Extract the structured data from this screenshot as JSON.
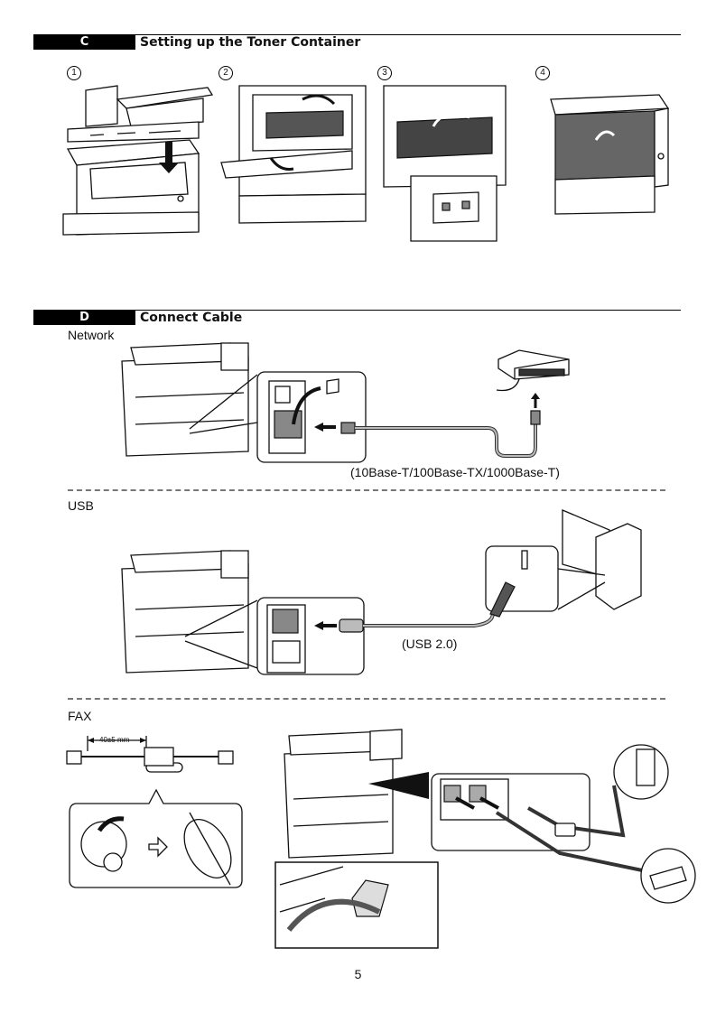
{
  "section_c": {
    "letter": "C",
    "title": "Setting up the Toner Container",
    "steps": [
      {
        "number": "1",
        "illustration": "printer-toner-insert"
      },
      {
        "number": "2",
        "illustration": "open-front-cover"
      },
      {
        "number": "3",
        "illustration": "install-toner-container"
      },
      {
        "number": "4",
        "illustration": "close-front-cover"
      }
    ]
  },
  "section_d": {
    "letter": "D",
    "title": "Connect Cable",
    "network": {
      "label": "Network",
      "caption": "(10Base-T/100Base-TX/1000Base-T)"
    },
    "usb": {
      "label": "USB",
      "caption": "(USB 2.0)"
    },
    "fax": {
      "label": "FAX",
      "measurement": "40±5 mm"
    }
  },
  "footer": {
    "page_number": "5"
  }
}
